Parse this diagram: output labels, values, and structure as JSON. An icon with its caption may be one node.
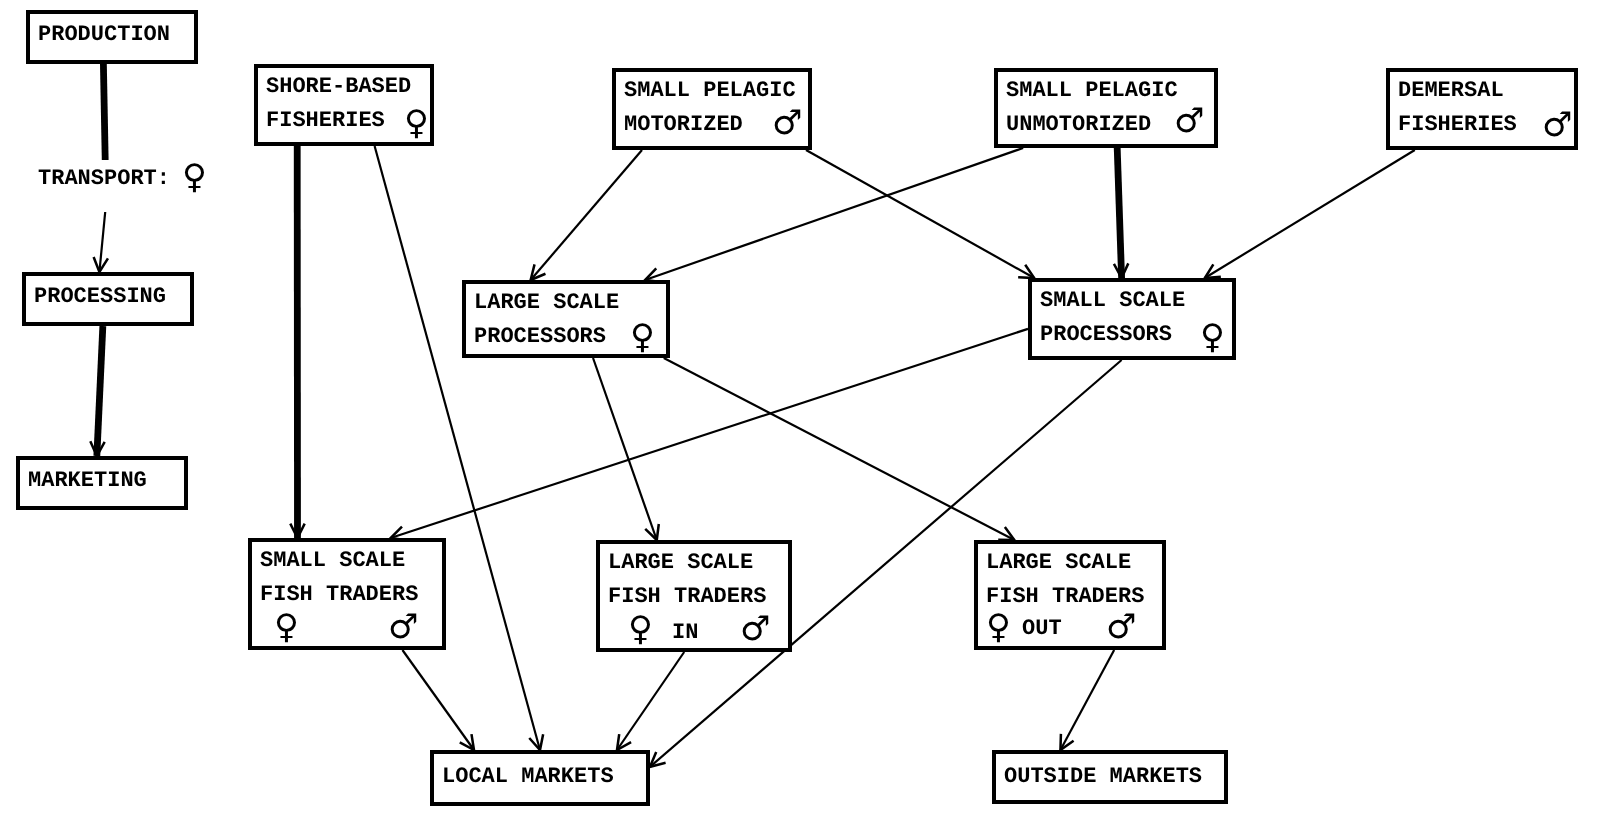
{
  "diagram": {
    "nodes": [
      {
        "text": [
          "PRODUCTION"
        ]
      },
      {
        "text": [
          "TRANSPORT:",
          "♀"
        ]
      },
      {
        "text": [
          "PROCESSING"
        ]
      },
      {
        "text": [
          "MARKETING"
        ]
      },
      {
        "text": [
          "SHORE-BASED FISHERIES",
          "♀"
        ]
      },
      {
        "text": [
          "SMALL PELAGIC MOTORIZED",
          "♂"
        ]
      },
      {
        "text": [
          "SMALL PELAGIC UNMOTORIZED",
          "♂"
        ]
      },
      {
        "text": [
          "DEMERSAL FISHERIES",
          "♂"
        ]
      },
      {
        "text": [
          "LARGE SCALE PROCESSORS",
          "♀"
        ]
      },
      {
        "text": [
          "SMALL SCALE PROCESSORS",
          "♀"
        ]
      },
      {
        "text": [
          "SMALL SCALE FISH TRADERS",
          "♀",
          "♂"
        ]
      },
      {
        "text": [
          "LARGE SCALE FISH TRADERS",
          "♀",
          "IN",
          "♂"
        ]
      },
      {
        "text": [
          "LARGE SCALE FISH TRADERS",
          "♀",
          "OUT",
          "♂"
        ]
      },
      {
        "text": [
          "LOCAL MARKETS"
        ]
      },
      {
        "text": [
          "OUTSIDE MARKETS"
        ]
      }
    ],
    "edges": [
      {
        "from": 0,
        "to": 1,
        "arrow": "none",
        "style": "thick"
      },
      {
        "from": 1,
        "to": 2,
        "arrow": "to"
      },
      {
        "from": 2,
        "to": 3,
        "arrow": "to",
        "style": "thick"
      },
      {
        "from": 4,
        "to": 10,
        "arrow": "to",
        "style": "thick"
      },
      {
        "from": 4,
        "to": 13,
        "arrow": "to"
      },
      {
        "from": 5,
        "to": 8,
        "arrow": "to"
      },
      {
        "from": 5,
        "to": 9,
        "arrow": "to"
      },
      {
        "from": 6,
        "to": 8,
        "arrow": "to"
      },
      {
        "from": 6,
        "to": 9,
        "arrow": "to",
        "style": "thick"
      },
      {
        "from": 7,
        "to": 9,
        "arrow": "to"
      },
      {
        "from": 8,
        "to": 11,
        "arrow": "to"
      },
      {
        "from": 8,
        "to": 12,
        "arrow": "to"
      },
      {
        "from": 9,
        "to": 10,
        "arrow": "to"
      },
      {
        "from": 9,
        "to": 13,
        "arrow": "to"
      },
      {
        "from": 10,
        "to": 13,
        "arrow": "to"
      },
      {
        "from": 11,
        "to": 13,
        "arrow": "to"
      },
      {
        "from": 12,
        "to": 14,
        "arrow": "to"
      }
    ]
  }
}
